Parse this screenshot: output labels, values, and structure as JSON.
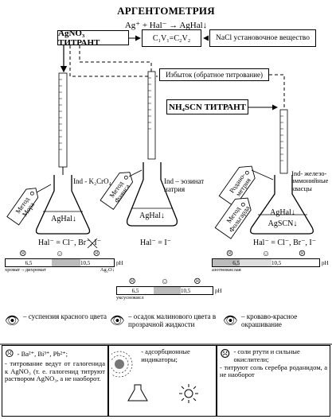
{
  "header": {
    "title": "АРГЕНТОМЕТРИЯ",
    "equation": "Ag⁺ + Hal⁻ → AgHal↓"
  },
  "boxes": {
    "agno3": "AgNO₃ ТИТРАНТ",
    "formula": "C₁V₁=C₂V₂",
    "nacl": "NaCl установочное вещество",
    "excess": "Избыток (обратное титрование)",
    "nh4scn": "NH₄SCN ТИТРАНТ"
  },
  "flasks": {
    "mohr": {
      "tag": "Метод Мора",
      "indicator": "Ind - K₂CrO₄",
      "inside": "AgHal↓",
      "hal": "Hal⁻ = Cl⁻, Br⁻, I⁻"
    },
    "fajans": {
      "tag": "Метод Фаянса",
      "indicator": "Ind – эозинат натрия",
      "inside": "AgHal↓",
      "hal": "Hal⁻ = I⁻"
    },
    "volhard": {
      "tag1": "Родано- метрия",
      "tag2": "Метод Фольгарда",
      "indicator": "Ind- железо- аммонийные квасцы",
      "inside1": "AgHal↓",
      "inside2": "AgSCN↓",
      "hal": "Hal⁻ = Cl⁻, Br⁻, I⁻"
    }
  },
  "ph": {
    "left": {
      "v1": "6,5",
      "v2": "10,5",
      "unit": "pH",
      "lab1": "хромат→дихромат",
      "lab2": "Ag₂O↓"
    },
    "middle": {
      "v1": "6,5",
      "v2": "10,5",
      "unit": "pH",
      "lab1": "уксуснокисл"
    },
    "right": {
      "v1": "6,5",
      "v2": "10,5",
      "unit": "pH",
      "lab1": "азотнокислая"
    }
  },
  "observations": {
    "mohr": "– суспензия красного цвета",
    "fajans": "– осадок малинового цвета в прозрачной жидкости",
    "volhard": "– кроваво-красное окрашивание"
  },
  "bottom": {
    "left_ions": "- Ba²⁺, Bi³⁺, Pb²⁺;",
    "left_text": "- титрование ведут от галогенида к AgNO₃ (т. е. галогенид титруют раствором AgNO₃, а не наоборот.",
    "middle_text": "- адсорбционные индикаторы;",
    "right_ions": "- соли ртути и сильные окислители;",
    "right_text": "- титруют соль серебра роданидом, а не наоборот"
  }
}
